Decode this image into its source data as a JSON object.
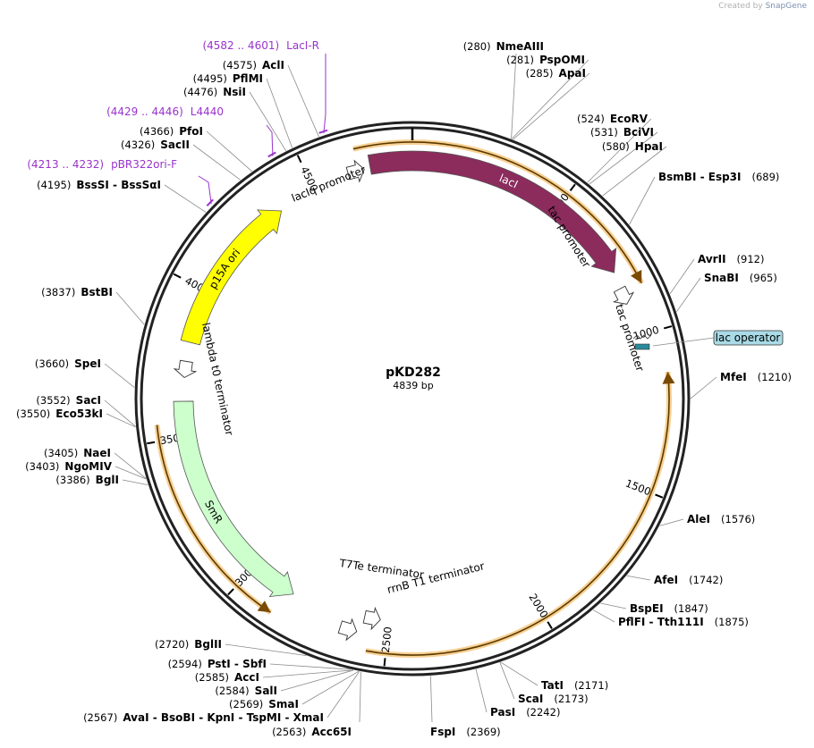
{
  "credit": {
    "prefix": "Created by",
    "brand": "SnapGene"
  },
  "plasmid": {
    "name": "pKD282",
    "length_label": "4839 bp",
    "length": 4839
  },
  "colors": {
    "lacI": "#8b2c5c",
    "p15A_ori": "#ffff00",
    "SmR": "#ccffcc",
    "primer": "#9933cc",
    "highlight": "#f2a93b",
    "lac_operator_fill": "#a9dbe6"
  },
  "ticks": [
    {
      "pos": 500,
      "label": "500"
    },
    {
      "pos": 1000,
      "label": "1000"
    },
    {
      "pos": 1500,
      "label": "1500"
    },
    {
      "pos": 2000,
      "label": "2000"
    },
    {
      "pos": 2500,
      "label": "2500"
    },
    {
      "pos": 3000,
      "label": "3000"
    },
    {
      "pos": 3500,
      "label": "3500"
    },
    {
      "pos": 4000,
      "label": "4000"
    },
    {
      "pos": 4500,
      "label": "4500"
    }
  ],
  "features": [
    {
      "name": "lacI",
      "type": "cds",
      "start": 4700,
      "end": 780,
      "direction": 1
    },
    {
      "name": "lacIq promoter",
      "type": "promoter",
      "start": 4620,
      "end": 4700,
      "direction": 1
    },
    {
      "name": "rrnB T1 terminator",
      "type": "terminator",
      "start": 800,
      "end": 900,
      "direction": 1
    },
    {
      "name": "tac promoter",
      "type": "promoter",
      "start": 1110,
      "end": 1140,
      "direction": 1
    },
    {
      "name": "lac operator",
      "type": "operator",
      "start": 1160,
      "end": 1180
    },
    {
      "name": "T7Te terminator",
      "type": "terminator",
      "start": 2600,
      "end": 2625,
      "direction": -1
    },
    {
      "name": "rrnB T1 terminator",
      "type": "terminator",
      "start": 2520,
      "end": 2580,
      "direction": -1
    },
    {
      "name": "SmR",
      "type": "cds",
      "start": 2840,
      "end": 3620,
      "direction": -1
    },
    {
      "name": "lambda t0 terminator",
      "type": "terminator",
      "start": 3700,
      "end": 3760,
      "direction": -1
    },
    {
      "name": "p15A ori",
      "type": "origin",
      "start": 3820,
      "end": 4370,
      "direction": 1
    }
  ],
  "highlights": [
    {
      "start": 4660,
      "end": 850,
      "direction": 1
    },
    {
      "start": 1130,
      "end": 2560,
      "direction": -1
    },
    {
      "start": 2870,
      "end": 3550,
      "direction": -1
    }
  ],
  "primers": [
    {
      "name": "LacI-R",
      "range": "(4582 .. 4601)",
      "pos": 4591
    },
    {
      "name": "L4440",
      "range": "(4429 .. 4446)",
      "pos": 4437
    },
    {
      "name": "pBR322ori-F",
      "range": "(4213 .. 4232)",
      "pos": 4222
    }
  ],
  "sites": [
    {
      "name": "NmeAIII",
      "pos": 280,
      "pos_label": "(280)"
    },
    {
      "name": "PspOMI",
      "pos": 281,
      "pos_label": "(281)"
    },
    {
      "name": "ApaI",
      "pos": 285,
      "pos_label": "(285)"
    },
    {
      "name": "EcoRV",
      "pos": 524,
      "pos_label": "(524)"
    },
    {
      "name": "BciVI",
      "pos": 531,
      "pos_label": "(531)"
    },
    {
      "name": "HpaI",
      "pos": 580,
      "pos_label": "(580)"
    },
    {
      "name": "BsmBI - Esp3I",
      "pos": 689,
      "pos_label": "(689)"
    },
    {
      "name": "AvrII",
      "pos": 912,
      "pos_label": "(912)"
    },
    {
      "name": "SnaBI",
      "pos": 965,
      "pos_label": "(965)"
    },
    {
      "name": "MfeI",
      "pos": 1210,
      "pos_label": "(1210)"
    },
    {
      "name": "AleI",
      "pos": 1576,
      "pos_label": "(1576)"
    },
    {
      "name": "AfeI",
      "pos": 1742,
      "pos_label": "(1742)"
    },
    {
      "name": "BspEI",
      "pos": 1847,
      "pos_label": "(1847)"
    },
    {
      "name": "PflFI - Tth111I",
      "pos": 1875,
      "pos_label": "(1875)"
    },
    {
      "name": "TatI",
      "pos": 2171,
      "pos_label": "(2171)"
    },
    {
      "name": "ScaI",
      "pos": 2173,
      "pos_label": "(2173)"
    },
    {
      "name": "PasI",
      "pos": 2242,
      "pos_label": "(2242)"
    },
    {
      "name": "FspI",
      "pos": 2369,
      "pos_label": "(2369)"
    },
    {
      "name": "Acc65I",
      "pos": 2563,
      "pos_label": "(2563)"
    },
    {
      "name": "AvaI - BsoBI - KpnI - TspMI - XmaI",
      "pos": 2567,
      "pos_label": "(2567)"
    },
    {
      "name": "SmaI",
      "pos": 2569,
      "pos_label": "(2569)"
    },
    {
      "name": "SalI",
      "pos": 2584,
      "pos_label": "(2584)"
    },
    {
      "name": "AccI",
      "pos": 2585,
      "pos_label": "(2585)"
    },
    {
      "name": "PstI - SbfI",
      "pos": 2594,
      "pos_label": "(2594)"
    },
    {
      "name": "BglII",
      "pos": 2720,
      "pos_label": "(2720)"
    },
    {
      "name": "BglI",
      "pos": 3386,
      "pos_label": "(3386)"
    },
    {
      "name": "NgoMIV",
      "pos": 3403,
      "pos_label": "(3403)"
    },
    {
      "name": "NaeI",
      "pos": 3405,
      "pos_label": "(3405)"
    },
    {
      "name": "Eco53kI",
      "pos": 3550,
      "pos_label": "(3550)"
    },
    {
      "name": "SacI",
      "pos": 3552,
      "pos_label": "(3552)"
    },
    {
      "name": "SpeI",
      "pos": 3660,
      "pos_label": "(3660)"
    },
    {
      "name": "BstBI",
      "pos": 3837,
      "pos_label": "(3837)"
    },
    {
      "name": "BssSI - BssSαI",
      "pos": 4195,
      "pos_label": "(4195)"
    },
    {
      "name": "SacII",
      "pos": 4326,
      "pos_label": "(4326)"
    },
    {
      "name": "PfoI",
      "pos": 4366,
      "pos_label": "(4366)"
    },
    {
      "name": "NsiI",
      "pos": 4476,
      "pos_label": "(4476)"
    },
    {
      "name": "PflMI",
      "pos": 4495,
      "pos_label": "(4495)"
    },
    {
      "name": "AclI",
      "pos": 4575,
      "pos_label": "(4575)"
    }
  ]
}
